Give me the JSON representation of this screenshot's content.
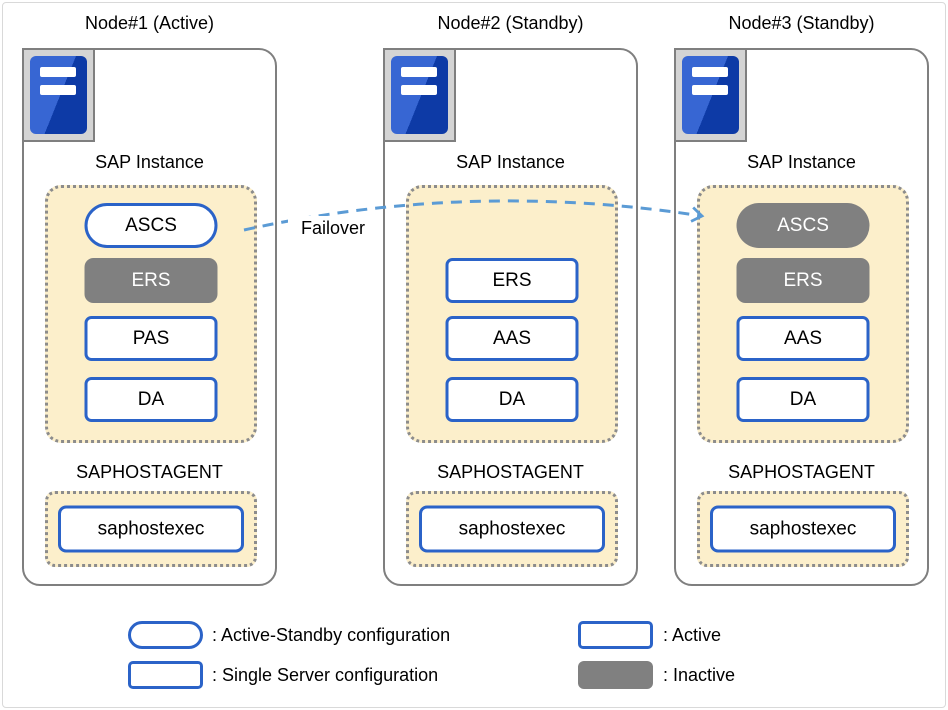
{
  "nodes": [
    {
      "title": "Node#1 (Active)",
      "instance_section_label": "SAP Instance",
      "components": [
        {
          "label": "ASCS",
          "shape": "pill",
          "state": "active"
        },
        {
          "label": "ERS",
          "shape": "rect",
          "state": "inactive"
        },
        {
          "label": "PAS",
          "shape": "rect",
          "state": "active"
        },
        {
          "label": "DA",
          "shape": "rect",
          "state": "active"
        }
      ],
      "hostagent_section_label": "SAPHOSTAGENT",
      "hostagent_process_label": "saphostexec"
    },
    {
      "title": "Node#2 (Standby)",
      "instance_section_label": "SAP Instance",
      "components": [
        {
          "label": "ERS",
          "shape": "rect",
          "state": "active"
        },
        {
          "label": "AAS",
          "shape": "rect",
          "state": "active"
        },
        {
          "label": "DA",
          "shape": "rect",
          "state": "active"
        }
      ],
      "hostagent_section_label": "SAPHOSTAGENT",
      "hostagent_process_label": "saphostexec"
    },
    {
      "title": "Node#3 (Standby)",
      "instance_section_label": "SAP Instance",
      "components": [
        {
          "label": "ASCS",
          "shape": "pill",
          "state": "inactive"
        },
        {
          "label": "ERS",
          "shape": "rect",
          "state": "inactive"
        },
        {
          "label": "AAS",
          "shape": "rect",
          "state": "active"
        },
        {
          "label": "DA",
          "shape": "rect",
          "state": "active"
        }
      ],
      "hostagent_section_label": "SAPHOSTAGENT",
      "hostagent_process_label": "saphostexec"
    }
  ],
  "failover": {
    "label": "Failover"
  },
  "legend": {
    "items": [
      {
        "swatch": "pill-outline",
        "label": ": Active-Standby configuration"
      },
      {
        "swatch": "rect-outline",
        "label": ": Single Server configuration"
      },
      {
        "swatch": "rect-outline",
        "label": ": Active"
      },
      {
        "swatch": "rect-filled",
        "label": ": Inactive"
      }
    ]
  },
  "icons": {
    "server": "blue server tower with two drive bays"
  },
  "colors": {
    "accent_blue": "#2b63c8",
    "arrow_blue": "#5b9bd5",
    "inactive_gray": "#808080",
    "panel_cream": "#fcefcb",
    "node_border_gray": "#7f7f7f",
    "outer_border": "#d9d9d9"
  }
}
